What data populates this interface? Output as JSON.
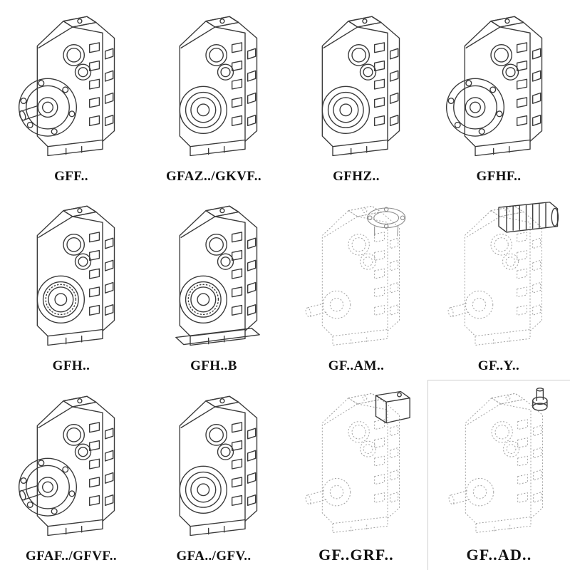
{
  "line_colors": {
    "solid": "#3a3a3a",
    "dashed": "#a3a3a3"
  },
  "items": [
    {
      "label": "GFF..",
      "drawing": "gearbox-flange-shaft-drawing"
    },
    {
      "label": "GFAZ../GKVF..",
      "drawing": "gearbox-hollow-shaft-drawing"
    },
    {
      "label": "GFHZ..",
      "drawing": "gearbox-hollow-shaft-drawing"
    },
    {
      "label": "GFHF..",
      "drawing": "gearbox-flange-drawing"
    },
    {
      "label": "GFH..",
      "drawing": "gearbox-hollow-bearing-drawing"
    },
    {
      "label": "GFH..B",
      "drawing": "gearbox-hollow-base-drawing"
    },
    {
      "label": "GF..AM..",
      "drawing": "gearbox-motor-flange-adapter-drawing"
    },
    {
      "label": "GF..Y..",
      "drawing": "gearbox-with-motor-drawing"
    },
    {
      "label": "GFAF../GFVF..",
      "drawing": "gearbox-flange-shaft-drawing"
    },
    {
      "label": "GFA../GFV..",
      "drawing": "gearbox-hollow-shaft-drawing"
    },
    {
      "label": "GF..GRF..",
      "drawing": "gearbox-input-gearbox-drawing"
    },
    {
      "label": "GF..AD..",
      "drawing": "gearbox-input-shaft-adapter-drawing"
    }
  ]
}
